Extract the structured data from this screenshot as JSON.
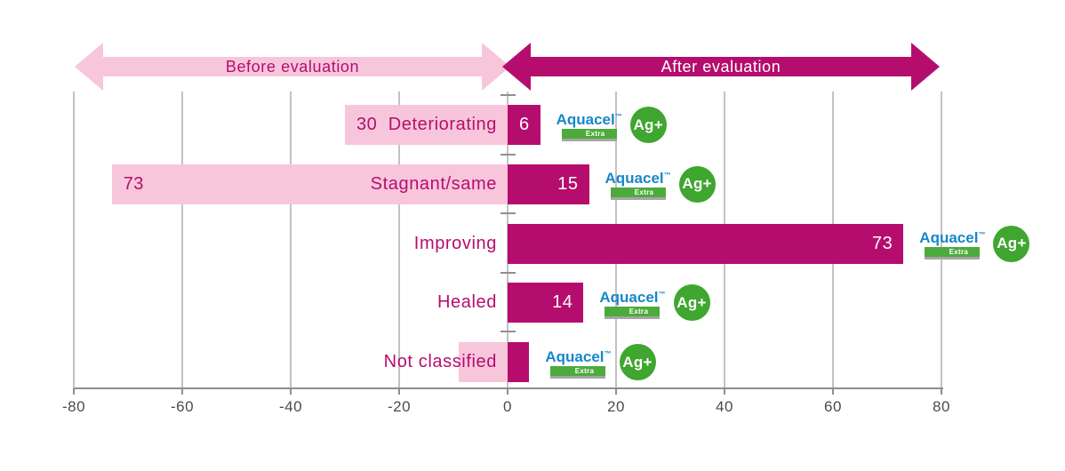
{
  "header": {
    "before_label": "Before evaluation",
    "after_label": "After evaluation"
  },
  "logo": {
    "brand": "Aquacel",
    "trademark": "™",
    "variant": "Extra",
    "badge": "Ag+"
  },
  "colors": {
    "magenta": "#b50d6e",
    "pink": "#f8c6db",
    "aquacel_blue": "#1787c9",
    "extra_green": "#4cab3c",
    "badge_green": "#3fa62f",
    "grid_gray": "#c2c2c2",
    "axis_gray": "#8f8f8f",
    "tick_text": "#4b4b4b"
  },
  "chart_data": {
    "type": "bar",
    "orientation": "horizontal-diverging",
    "title": "",
    "xlabel": "",
    "ylabel": "",
    "xlim": [
      -80,
      80
    ],
    "x_ticks": [
      -80,
      -60,
      -40,
      -20,
      0,
      20,
      40,
      60,
      80
    ],
    "grid": true,
    "legend_position": "top-arrows",
    "categories": [
      "Deteriorating",
      "Stagnant/same",
      "Improving",
      "Healed",
      "Not classified"
    ],
    "series": [
      {
        "name": "Before evaluation",
        "values": [
          30,
          73,
          0,
          0,
          9
        ]
      },
      {
        "name": "After evaluation",
        "values": [
          6,
          15,
          73,
          14,
          4
        ]
      }
    ],
    "rows": [
      {
        "label": "Deteriorating",
        "before": 30,
        "before_label": "30",
        "after": 6,
        "after_label": "6"
      },
      {
        "label": "Stagnant/same",
        "before": 73,
        "before_label": "73",
        "after": 15,
        "after_label": "15"
      },
      {
        "label": "Improving",
        "before": 0,
        "before_label": "",
        "after": 73,
        "after_label": "73"
      },
      {
        "label": "Healed",
        "before": 0,
        "before_label": "",
        "after": 14,
        "after_label": "14"
      },
      {
        "label": "Not classified",
        "before": 9,
        "before_label": "",
        "after": 4,
        "after_label": ""
      }
    ]
  }
}
